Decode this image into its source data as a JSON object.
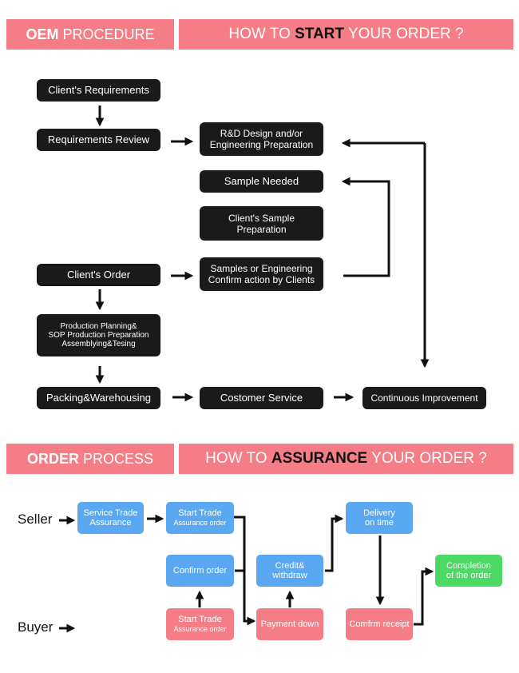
{
  "oem_section": {
    "left_header": {
      "strong": "OEM",
      "rest": " PROCEDURE"
    },
    "right_header": {
      "pre": "HOW TO ",
      "strong": "START",
      "post": " YOUR ORDER ?"
    },
    "steps": {
      "client_requirements": "Client's Requirements",
      "requirements_review": "Requirements Review",
      "rd_design_line1": "R&D Design and/or",
      "rd_design_line2": "Engineering Preparation",
      "sample_needed": "Sample Needed",
      "client_sample_line1": "Client's Sample",
      "client_sample_line2": "Preparation",
      "client_order": "Client's Order",
      "samples_confirm_line1": "Samples or Engineering",
      "samples_confirm_line2": "Confirm action by Clients",
      "production_line1": "Production Planning&",
      "production_line2": "SOP Production Preparation",
      "production_line3": "Assemblying&Tesing",
      "packing": "Packing&Warehousing",
      "customer_service": "Costomer Service",
      "continuous_improvement": "Continuous Improvement"
    }
  },
  "order_section": {
    "left_header": {
      "strong": "ORDER",
      "rest": " PROCESS"
    },
    "right_header": {
      "pre": "HOW TO ",
      "strong": "ASSURANCE",
      "post": " YOUR ORDER ?"
    },
    "actors": {
      "seller": "Seller",
      "buyer": "Buyer"
    },
    "steps": {
      "service_trade_line1": "Service Trade",
      "service_trade_line2": "Assurance",
      "start_trade_seller_line1": "Start Trade",
      "start_trade_seller_line2": "Assurance order",
      "confirm_order": "Confirm order",
      "start_trade_buyer_line1": "Start Trade",
      "start_trade_buyer_line2": "Assurance order",
      "credit_line1": "Credit&",
      "credit_line2": "withdraw",
      "payment_down": "Payment down",
      "delivery_line1": "Delivery",
      "delivery_line2": "on time",
      "confirm_receipt": "Comfrm receipt",
      "completion_line1": "Completion",
      "completion_line2": "of the order"
    }
  },
  "colors": {
    "band": "#f47d86",
    "box_dark": "#1a1a1a",
    "box_blue": "#5aa8f2",
    "box_pink": "#f47d86",
    "box_green": "#4cd964"
  }
}
